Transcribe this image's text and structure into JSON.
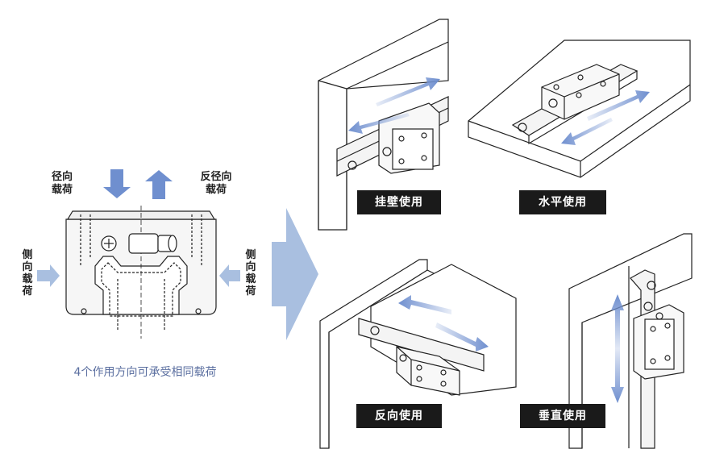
{
  "left": {
    "radial_load": "径向\n载荷",
    "reverse_radial_load": "反径向\n载荷",
    "lateral_load_left": "侧向载荷",
    "lateral_load_right": "侧向载荷",
    "caption": "4个作用方向可承受相同载荷"
  },
  "panels": [
    {
      "label": "挂壁使用"
    },
    {
      "label": "水平使用"
    },
    {
      "label": "反向使用"
    },
    {
      "label": "垂直使用"
    }
  ],
  "colors": {
    "arrow_blue": "#6f8fcf",
    "big_arrow": "#a9bfe0",
    "tag_bg": "#1a1a1a",
    "caption": "#5b6fa0"
  }
}
